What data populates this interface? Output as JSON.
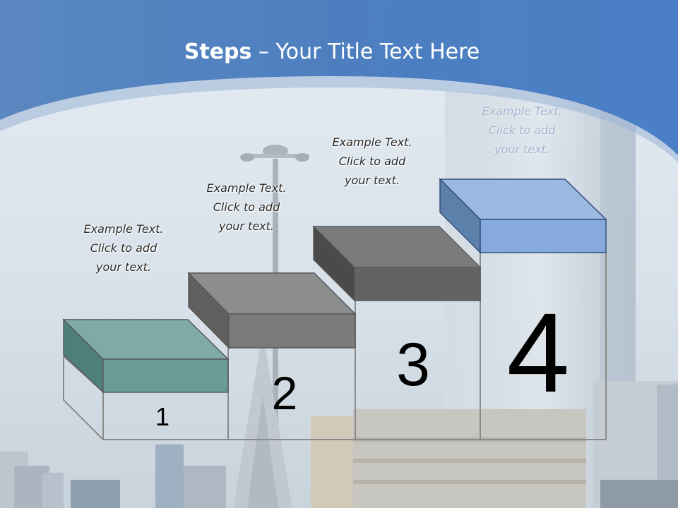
{
  "slide": {
    "title_bold": "Steps",
    "title_rest": " – Your Title Text Here"
  },
  "colors": {
    "header_blue": "#4a7fc1",
    "step1_top": "#6fa39e",
    "step2_top": "#8c8c8c",
    "step3_top": "#767676",
    "step4_top": "#8eb3e3"
  },
  "steps": [
    {
      "number": "1",
      "line1": "Example Text.",
      "line2": "Click  to add",
      "line3": "your text."
    },
    {
      "number": "2",
      "line1": "Example Text.",
      "line2": "Click  to add",
      "line3": "your text."
    },
    {
      "number": "3",
      "line1": "Example Text.",
      "line2": "Click  to add",
      "line3": "your text."
    },
    {
      "number": "4",
      "line1": "Example Text.",
      "line2": "Click  to add",
      "line3": "your text."
    }
  ]
}
